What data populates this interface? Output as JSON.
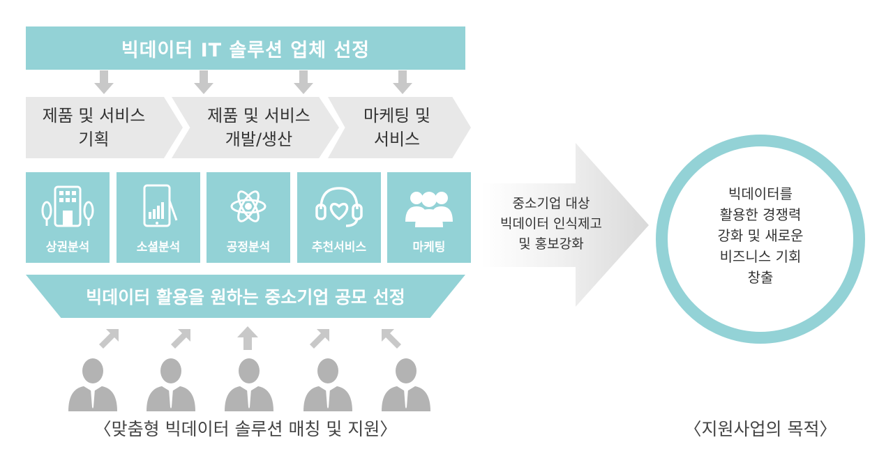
{
  "top_banner": "빅데이터 IT 솔루션 업체 선정",
  "process_steps": [
    "제품 및 서비스\n기획",
    "제품 및 서비스\n개발/생산",
    "마케팅 및\n서비스"
  ],
  "tiles": [
    {
      "label": "상권분석",
      "icon": "building-icon"
    },
    {
      "label": "소셜분석",
      "icon": "tablet-chart-icon"
    },
    {
      "label": "공정분석",
      "icon": "atom-icon"
    },
    {
      "label": "추천서비스",
      "icon": "headset-heart-icon"
    },
    {
      "label": "마케팅",
      "icon": "people-group-icon"
    }
  ],
  "bottom_banner": "빅데이터 활용을 원하는 중소기업 공모 선정",
  "left_caption": "〈맞춤형 빅데이터 솔루션 매칭 및 지원〉",
  "arrow_text": "중소기업 대상\n빅데이터 인식제고\n및 홍보강화",
  "circle_text": "빅데이터를\n활용한 경쟁력\n강화 및 새로운\n비즈니스 기회\n창출",
  "right_caption": "〈지원사업의 목적〉",
  "colors": {
    "accent": "#93d2d6",
    "chevron_gray": "#e8e8e8",
    "arrow_gray": "#c8c8c8",
    "person_gray": "#b3b3b3"
  }
}
